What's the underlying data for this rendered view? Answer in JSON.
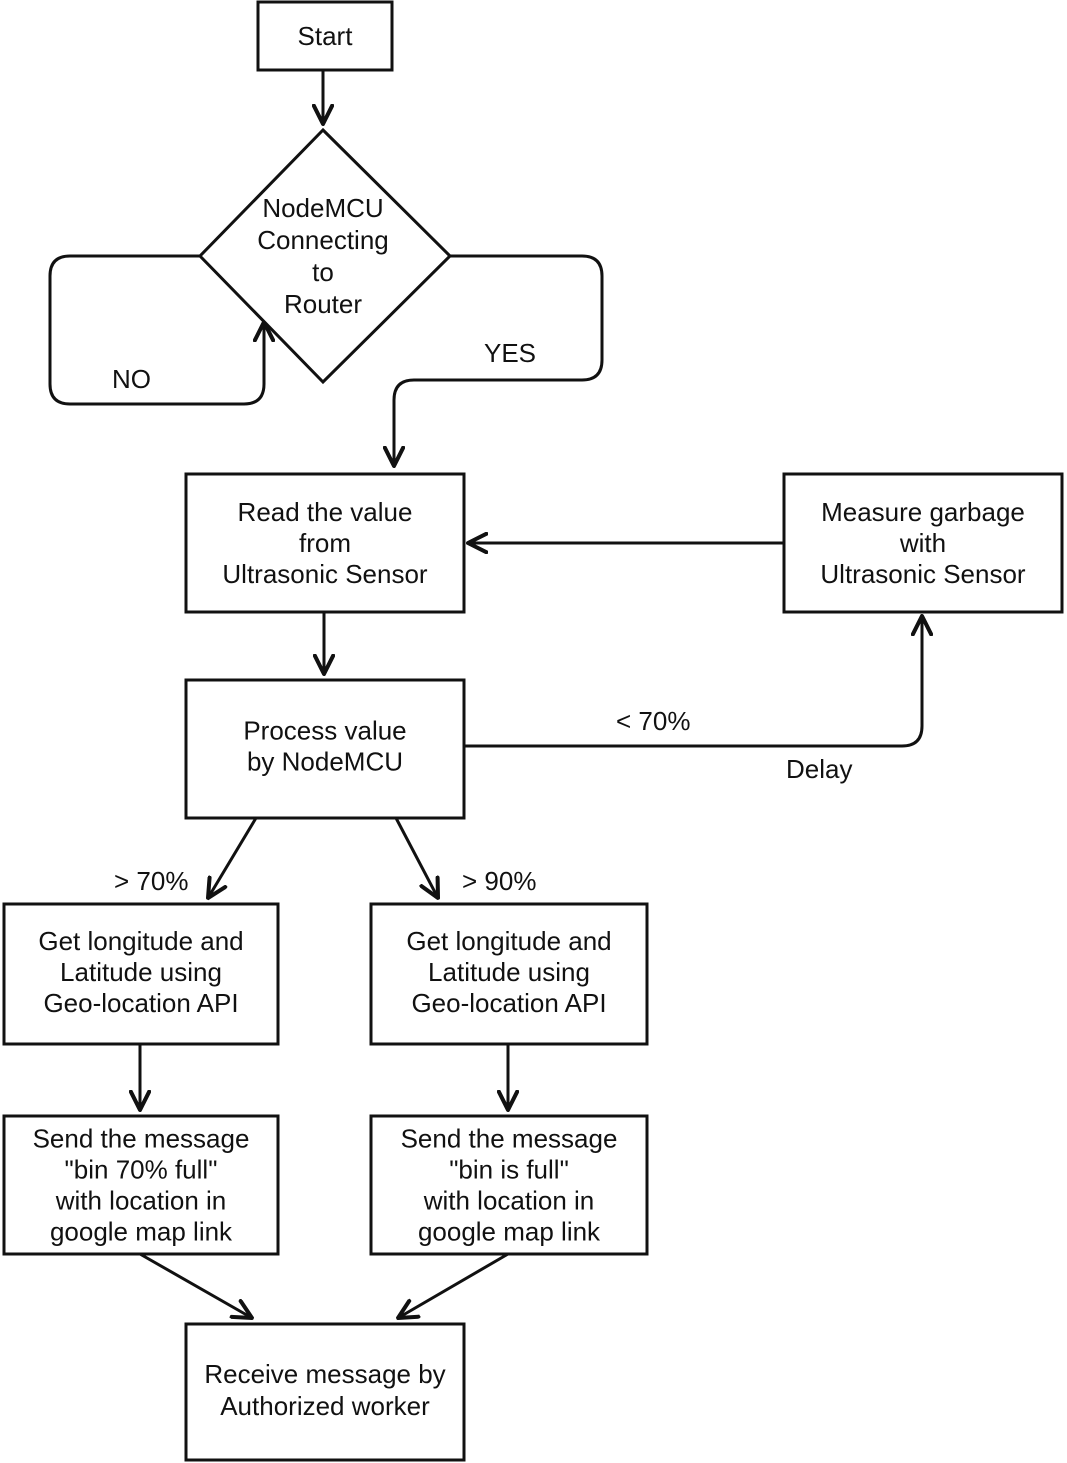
{
  "nodes": {
    "start": {
      "lines": [
        "Start"
      ]
    },
    "decision": {
      "lines": [
        "NodeMCU",
        "Connecting",
        "to",
        "Router"
      ]
    },
    "read": {
      "lines": [
        "Read the value",
        "from",
        "Ultrasonic Sensor"
      ]
    },
    "measure": {
      "lines": [
        "Measure garbage",
        "with",
        "Ultrasonic Sensor"
      ]
    },
    "process": {
      "lines": [
        "Process value",
        "by NodeMCU"
      ]
    },
    "geo_left": {
      "lines": [
        "Get longitude and",
        "Latitude using",
        "Geo-location API"
      ]
    },
    "geo_right": {
      "lines": [
        "Get longitude and",
        "Latitude using",
        "Geo-location API"
      ]
    },
    "msg_left": {
      "lines": [
        "Send the message",
        "\"bin 70% full\"",
        "with location in",
        "google map link"
      ]
    },
    "msg_right": {
      "lines": [
        "Send the message",
        "\"bin is full\"",
        "with location in",
        "google map link"
      ]
    },
    "receive": {
      "lines": [
        "Receive message by",
        "Authorized worker"
      ]
    }
  },
  "edge_labels": {
    "no": "NO",
    "yes": "YES",
    "less70": "< 70%",
    "delay": "Delay",
    "more70": "> 70%",
    "more90": "> 90%"
  }
}
